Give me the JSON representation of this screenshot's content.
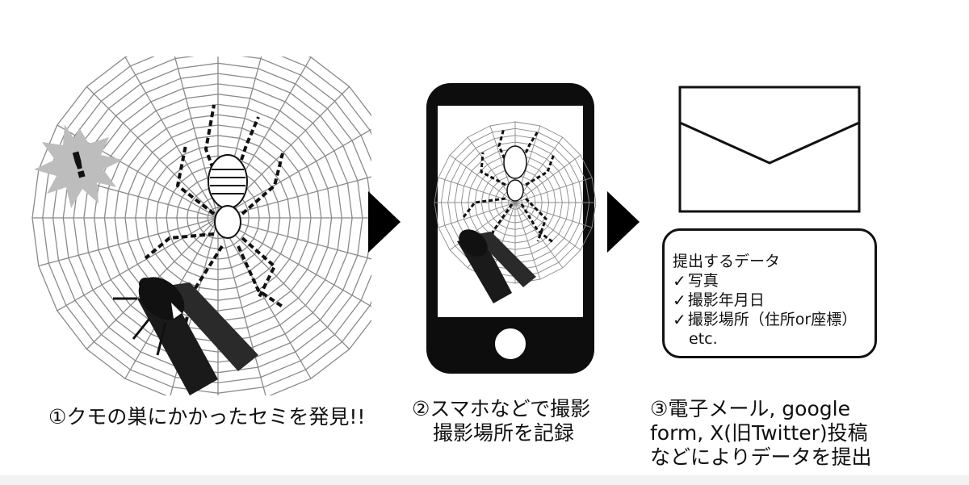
{
  "steps": [
    {
      "caption_lines": [
        "①クモの巣にかかったセミを発見!!"
      ],
      "alert_mark": "!"
    },
    {
      "caption_lines": [
        "②スマホなどで撮影",
        "撮影場所を記録"
      ]
    },
    {
      "caption_lines": [
        "③電子メール, google",
        "form, X(旧Twitter)投稿",
        "などによりデータを提出"
      ],
      "data_box": {
        "title": "提出するデータ",
        "check_mark": "✓",
        "items": [
          "写真",
          "撮影年月日",
          "撮影場所（住所or座標）"
        ],
        "etc": "etc."
      }
    }
  ],
  "icons": [
    "spider-web-icon",
    "spider-icon",
    "cicada-icon",
    "burst-alert-icon",
    "arrow-right-icon",
    "smartphone-icon",
    "envelope-icon",
    "checkmark-icon"
  ],
  "colors": {
    "ink": "#111111",
    "burst": "#bdbdbd",
    "web": "#8a8a8a"
  }
}
